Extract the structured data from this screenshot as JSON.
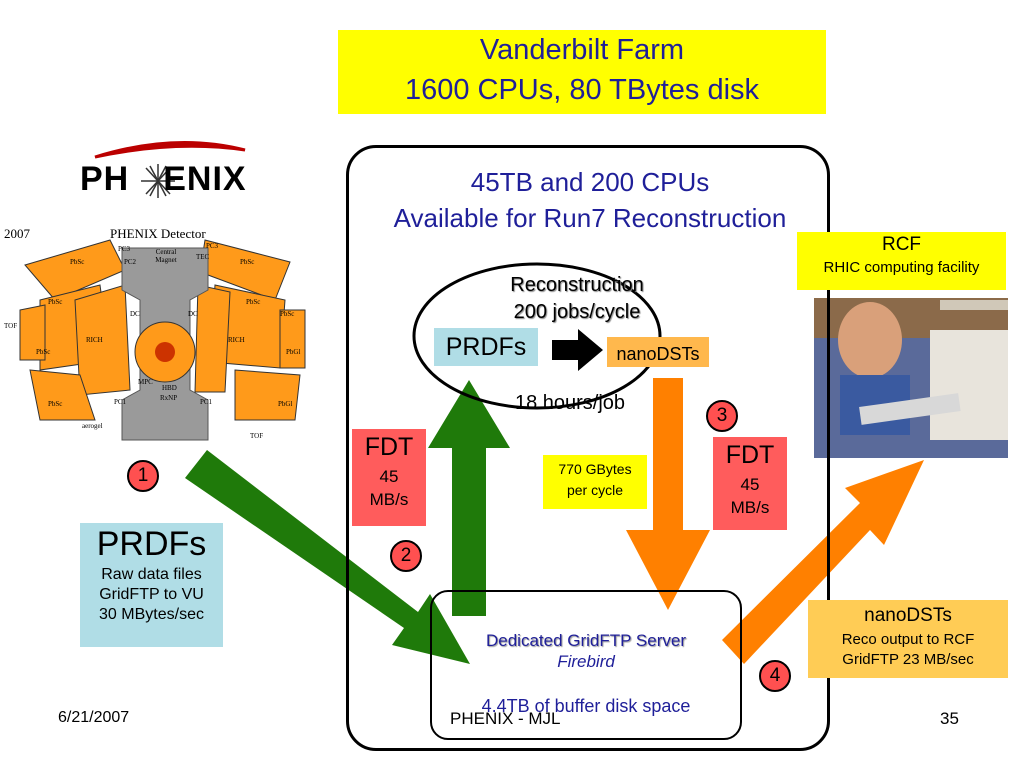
{
  "title": {
    "line1": "Vanderbilt Farm",
    "line2": "1600 CPUs, 80 TBytes disk"
  },
  "logo": {
    "text_left": "PH",
    "text_right": "ENIX"
  },
  "detector": {
    "year": "2007",
    "title": "PHENIX Detector",
    "labels": [
      "PC3",
      "PC2",
      "Central Magnet",
      "PC3",
      "TEC",
      "PbSc",
      "PbSc",
      "PbSc",
      "PbSc",
      "PbSc",
      "PbSc",
      "TOF",
      "RICH",
      "DC",
      "DC",
      "RICH",
      "PbGl",
      "PbGl",
      "MPC",
      "HBD",
      "RxNP",
      "PC1",
      "PC1",
      "aerogel",
      "TOF",
      "PbSc"
    ]
  },
  "farm": {
    "line1": "45TB and 200 CPUs",
    "line2": "Available for Run7 Reconstruction"
  },
  "reconstruction": {
    "line1": "Reconstruction",
    "line2": "200 jobs/cycle",
    "hours": "18 hours/job"
  },
  "prdfs_small": "PRDFs",
  "nanodsts_small": "nanoDSTs",
  "rcf": {
    "title": "RCF",
    "subtitle": "RHIC computing facility"
  },
  "fdt_left": {
    "title": "FDT",
    "rate_value": "45",
    "rate_unit": "MB/s"
  },
  "fdt_right": {
    "title": "FDT",
    "rate_value": "45",
    "rate_unit": "MB/s"
  },
  "gbytes": {
    "line1": "770 GBytes",
    "line2": "per cycle"
  },
  "prdfs_big": {
    "title": "PRDFs",
    "line1": "Raw  data files",
    "line2": "GridFTP to VU",
    "line3": "30 MBytes/sec"
  },
  "nanodsts_big": {
    "title": "nanoDSTs",
    "line1": "Reco output to RCF",
    "line2": "GridFTP 23 MB/sec"
  },
  "server": {
    "name": "Dedicated GridFTP Server",
    "sub": "Firebird",
    "buffer": "4.4TB  of buffer disk space"
  },
  "steps": [
    "1",
    "2",
    "3",
    "4"
  ],
  "footer": {
    "date": "6/21/2007",
    "center": "PHENIX - MJL",
    "page": "35"
  },
  "colors": {
    "green_arrow": "#1f7a0a",
    "orange_arrow": "#ff8000",
    "title_text": "#1f1f99",
    "highlight": "#ffff00"
  }
}
